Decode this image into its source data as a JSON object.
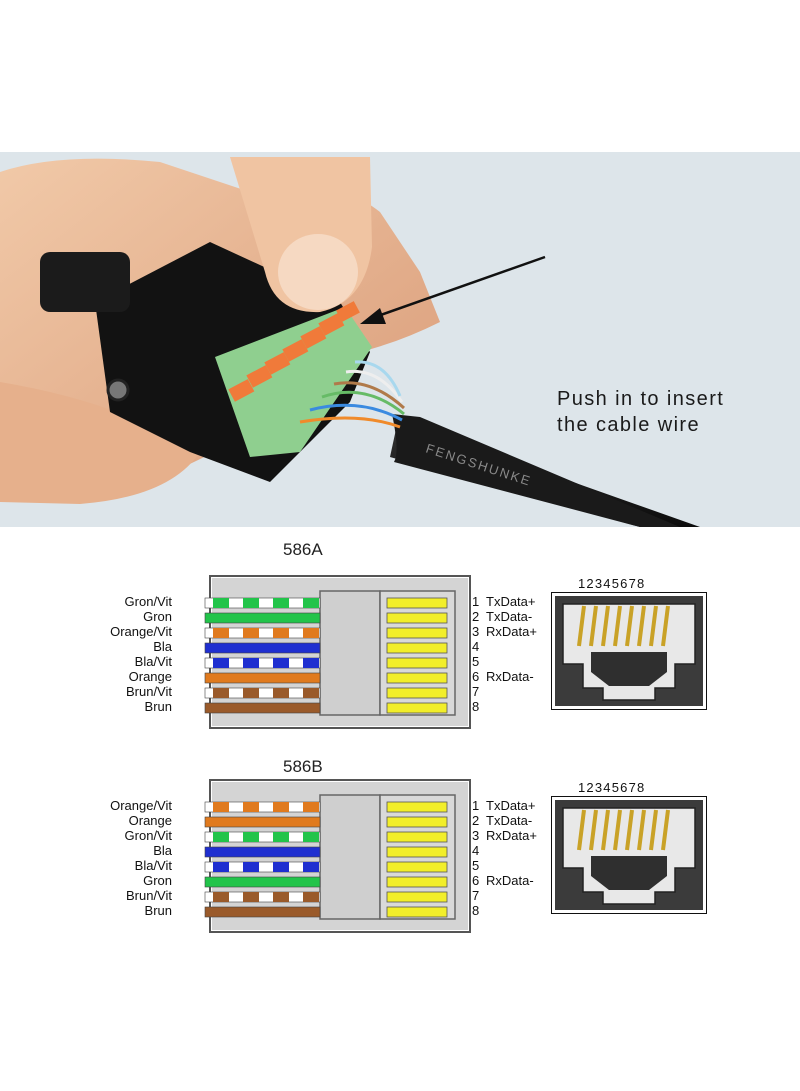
{
  "callout": {
    "line1": "Push in to insert",
    "line2": "the cable wire"
  },
  "cable_print": "FENGSHUNKE",
  "diagrams": [
    {
      "title": "586A",
      "wires": [
        {
          "label": "Gron/Vit",
          "color": "#22c44a",
          "striped": true
        },
        {
          "label": "Gron",
          "color": "#22c44a",
          "striped": false
        },
        {
          "label": "Orange/Vit",
          "color": "#e07a1e",
          "striped": true
        },
        {
          "label": "Bla",
          "color": "#1f2fd0",
          "striped": false
        },
        {
          "label": "Bla/Vit",
          "color": "#1f2fd0",
          "striped": true
        },
        {
          "label": "Orange",
          "color": "#e07a1e",
          "striped": false
        },
        {
          "label": "Brun/Vit",
          "color": "#9a5a2a",
          "striped": true
        },
        {
          "label": "Brun",
          "color": "#9a5a2a",
          "striped": false
        }
      ],
      "pins": [
        {
          "num": "1",
          "signal": "TxData+"
        },
        {
          "num": "2",
          "signal": "TxData-"
        },
        {
          "num": "3",
          "signal": "RxData+"
        },
        {
          "num": "4",
          "signal": ""
        },
        {
          "num": "5",
          "signal": ""
        },
        {
          "num": "6",
          "signal": "RxData-"
        },
        {
          "num": "7",
          "signal": ""
        },
        {
          "num": "8",
          "signal": ""
        }
      ],
      "jack_numbers": "12345678"
    },
    {
      "title": "586B",
      "wires": [
        {
          "label": "Orange/Vit",
          "color": "#e07a1e",
          "striped": true
        },
        {
          "label": "Orange",
          "color": "#e07a1e",
          "striped": false
        },
        {
          "label": "Gron/Vit",
          "color": "#22c44a",
          "striped": true
        },
        {
          "label": "Bla",
          "color": "#1f2fd0",
          "striped": false
        },
        {
          "label": "Bla/Vit",
          "color": "#1f2fd0",
          "striped": true
        },
        {
          "label": "Gron",
          "color": "#22c44a",
          "striped": false
        },
        {
          "label": "Brun/Vit",
          "color": "#9a5a2a",
          "striped": true
        },
        {
          "label": "Brun",
          "color": "#9a5a2a",
          "striped": false
        }
      ],
      "pins": [
        {
          "num": "1",
          "signal": "TxData+"
        },
        {
          "num": "2",
          "signal": "TxData-"
        },
        {
          "num": "3",
          "signal": "RxData+"
        },
        {
          "num": "4",
          "signal": ""
        },
        {
          "num": "5",
          "signal": ""
        },
        {
          "num": "6",
          "signal": "RxData-"
        },
        {
          "num": "7",
          "signal": ""
        },
        {
          "num": "8",
          "signal": ""
        }
      ],
      "jack_numbers": "12345678"
    }
  ],
  "colors": {
    "contact_yellow": "#f2ee2a",
    "plug_gray": "#d4d4d4",
    "jack_dark": "#3b3b3b",
    "pin_gold": "#c9a227"
  }
}
